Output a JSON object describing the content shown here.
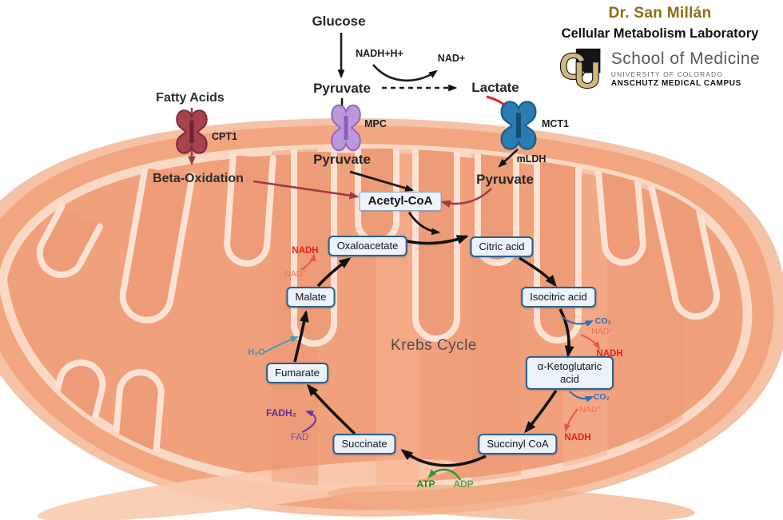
{
  "header": {
    "name": "Dr. San Millán",
    "lab": "Cellular Metabolism Laboratory",
    "logo_c": "C",
    "logo_u": "U",
    "school": "School of Medicine",
    "university": "UNIVERSITY OF COLORADO",
    "campus": "ANSCHUTZ MEDICAL CAMPUS"
  },
  "glycolysis": {
    "glucose": "Glucose",
    "nadh_h": "NADH+H+",
    "nad": "NAD+",
    "pyruvate": "Pyruvate",
    "lactate": "Lactate"
  },
  "transport": {
    "mpc": "MPC",
    "mct1": "MCT1",
    "cpt1": "CPT1",
    "mldh": "mLDH"
  },
  "fatty": {
    "fatty_acids": "Fatty Acids",
    "beta_oxidation": "Beta-Oxidation"
  },
  "matrix": {
    "pyruvate_from_mpc": "Pyruvate",
    "pyruvate_from_mct1": "Pyruvate",
    "acetyl_coa": "Acetyl-CoA",
    "krebs_title": "Krebs Cycle",
    "metabolites": {
      "oxaloacetate": "Oxaloacetate",
      "citric": "Citric acid",
      "isocitric": "Isocitric acid",
      "alpha_ketoglutaric": "α-Ketoglutaric acid",
      "succinyl_coa": "Succinyl CoA",
      "succinate": "Succinate",
      "fumarate": "Fumarate",
      "malate": "Malate"
    },
    "cofactors": {
      "nadh_malate": "NADH",
      "nad_malate": "NAD⁺",
      "co2_isocitric": "CO₂",
      "nad_isocitric": "NAD⁺",
      "nadh_isocitric": "NADH",
      "co2_akg": "CO₂",
      "nad_akg": "NAD⁺",
      "nadh_akg": "NADH",
      "atp": "ATP",
      "adp": "ADP",
      "fadh2": "FADH₂",
      "fad": "FAD",
      "h2o": "H₂O"
    }
  },
  "colors": {
    "membrane_outer": "#F6C2A6",
    "membrane_body": "#F2A67F",
    "matrix_fill": "#F0A17C",
    "cristae_line": "#FBE2D4",
    "box_border": "#2D608C",
    "box_fill": "#EBF2FA",
    "mpc_purple": "#BB97DC",
    "mct1_blue": "#2A7CB3",
    "cpt1_red": "#A7434E",
    "arrow_black": "#111111",
    "arrow_darkred": "#9E3A48",
    "lactate_red": "#E42420",
    "nadh_red": "#E32313",
    "nad_salmon": "#EF6A5E",
    "co2_blue": "#2B6CB8",
    "atp_green": "#1F8C1F",
    "fad_purple": "#7C4FA8",
    "h2o_teal": "#2E9AB5",
    "cu_gold": "#CFB87C",
    "name_gold": "#8E6E13"
  }
}
